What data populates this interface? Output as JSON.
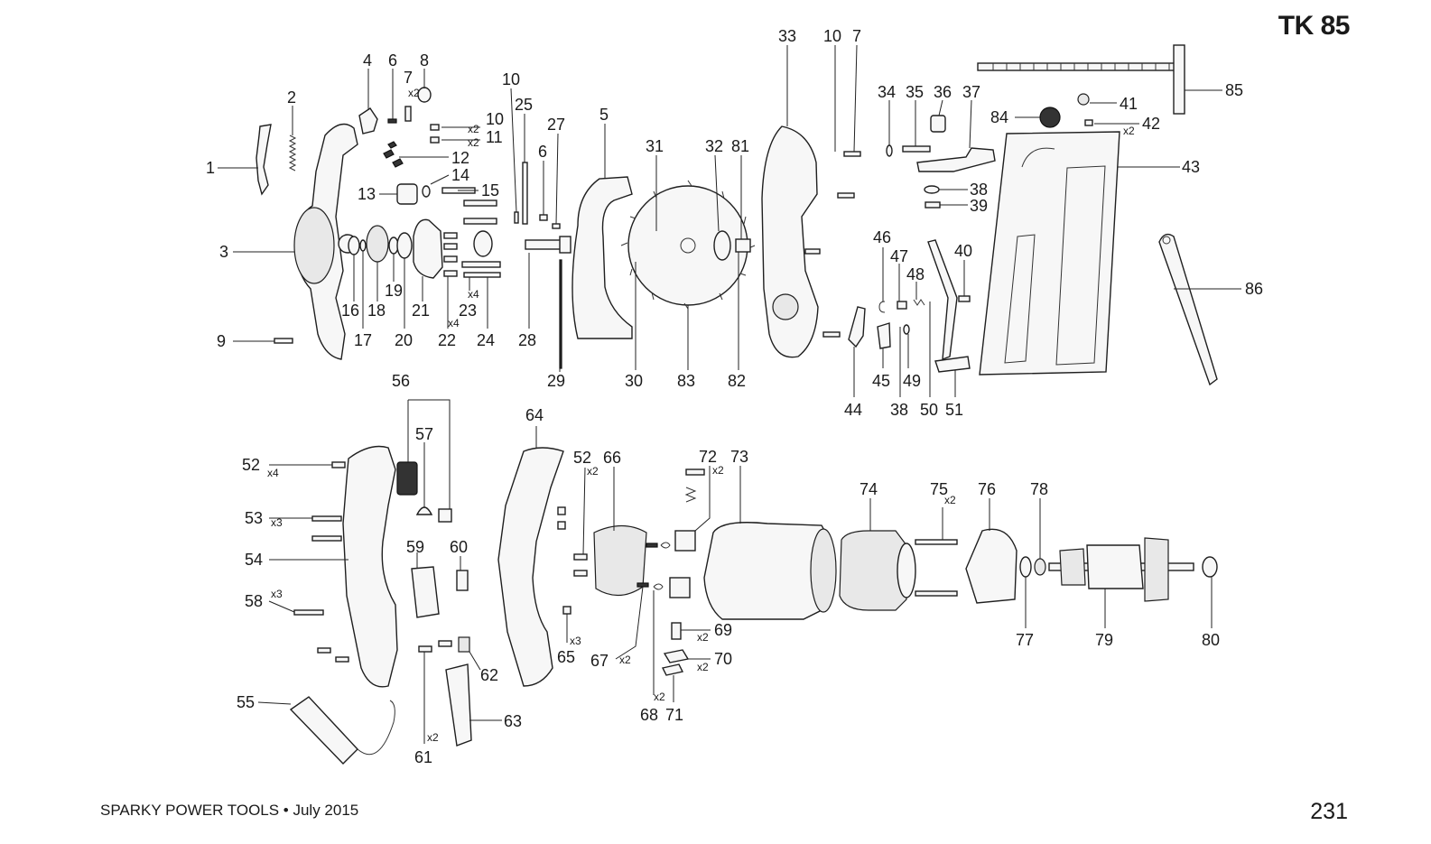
{
  "header": {
    "model": "TK 85"
  },
  "footer": {
    "publisher": "SPARKY POWER TOOLS • July 2015",
    "page_number": "231"
  },
  "labels": [
    {
      "id": "1",
      "text": "1"
    },
    {
      "id": "2",
      "text": "2"
    },
    {
      "id": "3",
      "text": "3"
    },
    {
      "id": "4",
      "text": "4"
    },
    {
      "id": "6a",
      "text": "6"
    },
    {
      "id": "7a",
      "text": "7"
    },
    {
      "id": "8",
      "text": "8"
    },
    {
      "id": "9",
      "text": "9"
    },
    {
      "id": "10a",
      "text": "10"
    },
    {
      "id": "11",
      "text": "11"
    },
    {
      "id": "12",
      "text": "12"
    },
    {
      "id": "13",
      "text": "13"
    },
    {
      "id": "14",
      "text": "14"
    },
    {
      "id": "15",
      "text": "15"
    },
    {
      "id": "16",
      "text": "16"
    },
    {
      "id": "17",
      "text": "17"
    },
    {
      "id": "18",
      "text": "18"
    },
    {
      "id": "19",
      "text": "19"
    },
    {
      "id": "20",
      "text": "20"
    },
    {
      "id": "21",
      "text": "21"
    },
    {
      "id": "22",
      "text": "22"
    },
    {
      "id": "23",
      "text": "23"
    },
    {
      "id": "24",
      "text": "24"
    },
    {
      "id": "10b",
      "text": "10"
    },
    {
      "id": "25",
      "text": "25"
    },
    {
      "id": "27",
      "text": "27"
    },
    {
      "id": "6b",
      "text": "6"
    },
    {
      "id": "28",
      "text": "28"
    },
    {
      "id": "29",
      "text": "29"
    },
    {
      "id": "5",
      "text": "5"
    },
    {
      "id": "30",
      "text": "30"
    },
    {
      "id": "31",
      "text": "31"
    },
    {
      "id": "83",
      "text": "83"
    },
    {
      "id": "32",
      "text": "32"
    },
    {
      "id": "81",
      "text": "81"
    },
    {
      "id": "82",
      "text": "82"
    },
    {
      "id": "33",
      "text": "33"
    },
    {
      "id": "10c",
      "text": "10"
    },
    {
      "id": "7b",
      "text": "7"
    },
    {
      "id": "34",
      "text": "34"
    },
    {
      "id": "35",
      "text": "35"
    },
    {
      "id": "36",
      "text": "36"
    },
    {
      "id": "37",
      "text": "37"
    },
    {
      "id": "84",
      "text": "84"
    },
    {
      "id": "41",
      "text": "41"
    },
    {
      "id": "42",
      "text": "42"
    },
    {
      "id": "85",
      "text": "85"
    },
    {
      "id": "43",
      "text": "43"
    },
    {
      "id": "38a",
      "text": "38"
    },
    {
      "id": "39",
      "text": "39"
    },
    {
      "id": "46",
      "text": "46"
    },
    {
      "id": "47",
      "text": "47"
    },
    {
      "id": "48",
      "text": "48"
    },
    {
      "id": "40",
      "text": "40"
    },
    {
      "id": "86",
      "text": "86"
    },
    {
      "id": "44",
      "text": "44"
    },
    {
      "id": "45",
      "text": "45"
    },
    {
      "id": "38b",
      "text": "38"
    },
    {
      "id": "49",
      "text": "49"
    },
    {
      "id": "50",
      "text": "50"
    },
    {
      "id": "51",
      "text": "51"
    },
    {
      "id": "56",
      "text": "56"
    },
    {
      "id": "57",
      "text": "57"
    },
    {
      "id": "52a",
      "text": "52"
    },
    {
      "id": "53",
      "text": "53"
    },
    {
      "id": "54",
      "text": "54"
    },
    {
      "id": "58",
      "text": "58"
    },
    {
      "id": "59",
      "text": "59"
    },
    {
      "id": "60",
      "text": "60"
    },
    {
      "id": "55",
      "text": "55"
    },
    {
      "id": "61",
      "text": "61"
    },
    {
      "id": "62",
      "text": "62"
    },
    {
      "id": "63",
      "text": "63"
    },
    {
      "id": "64",
      "text": "64"
    },
    {
      "id": "52b",
      "text": "52"
    },
    {
      "id": "66",
      "text": "66"
    },
    {
      "id": "65",
      "text": "65"
    },
    {
      "id": "67",
      "text": "67"
    },
    {
      "id": "68",
      "text": "68"
    },
    {
      "id": "71",
      "text": "71"
    },
    {
      "id": "72",
      "text": "72"
    },
    {
      "id": "73",
      "text": "73"
    },
    {
      "id": "69",
      "text": "69"
    },
    {
      "id": "70",
      "text": "70"
    },
    {
      "id": "74",
      "text": "74"
    },
    {
      "id": "75",
      "text": "75"
    },
    {
      "id": "76",
      "text": "76"
    },
    {
      "id": "78",
      "text": "78"
    },
    {
      "id": "77",
      "text": "77"
    },
    {
      "id": "79",
      "text": "79"
    },
    {
      "id": "80",
      "text": "80"
    }
  ],
  "quantities": [
    {
      "id": "q7",
      "text": "x2"
    },
    {
      "id": "q10",
      "text": "x2"
    },
    {
      "id": "q11",
      "text": "x2"
    },
    {
      "id": "q22",
      "text": "x4"
    },
    {
      "id": "q23",
      "text": "x4"
    },
    {
      "id": "q42",
      "text": "x2"
    },
    {
      "id": "q52a",
      "text": "x4"
    },
    {
      "id": "q53",
      "text": "x3"
    },
    {
      "id": "q58",
      "text": "x3"
    },
    {
      "id": "q61",
      "text": "x2"
    },
    {
      "id": "q52b",
      "text": "x2"
    },
    {
      "id": "q65",
      "text": "x3"
    },
    {
      "id": "q67",
      "text": "x2"
    },
    {
      "id": "q68",
      "text": "x2"
    },
    {
      "id": "q72",
      "text": "x2"
    },
    {
      "id": "q69",
      "text": "x2"
    },
    {
      "id": "q70",
      "text": "x2"
    },
    {
      "id": "q75",
      "text": "x2"
    }
  ]
}
